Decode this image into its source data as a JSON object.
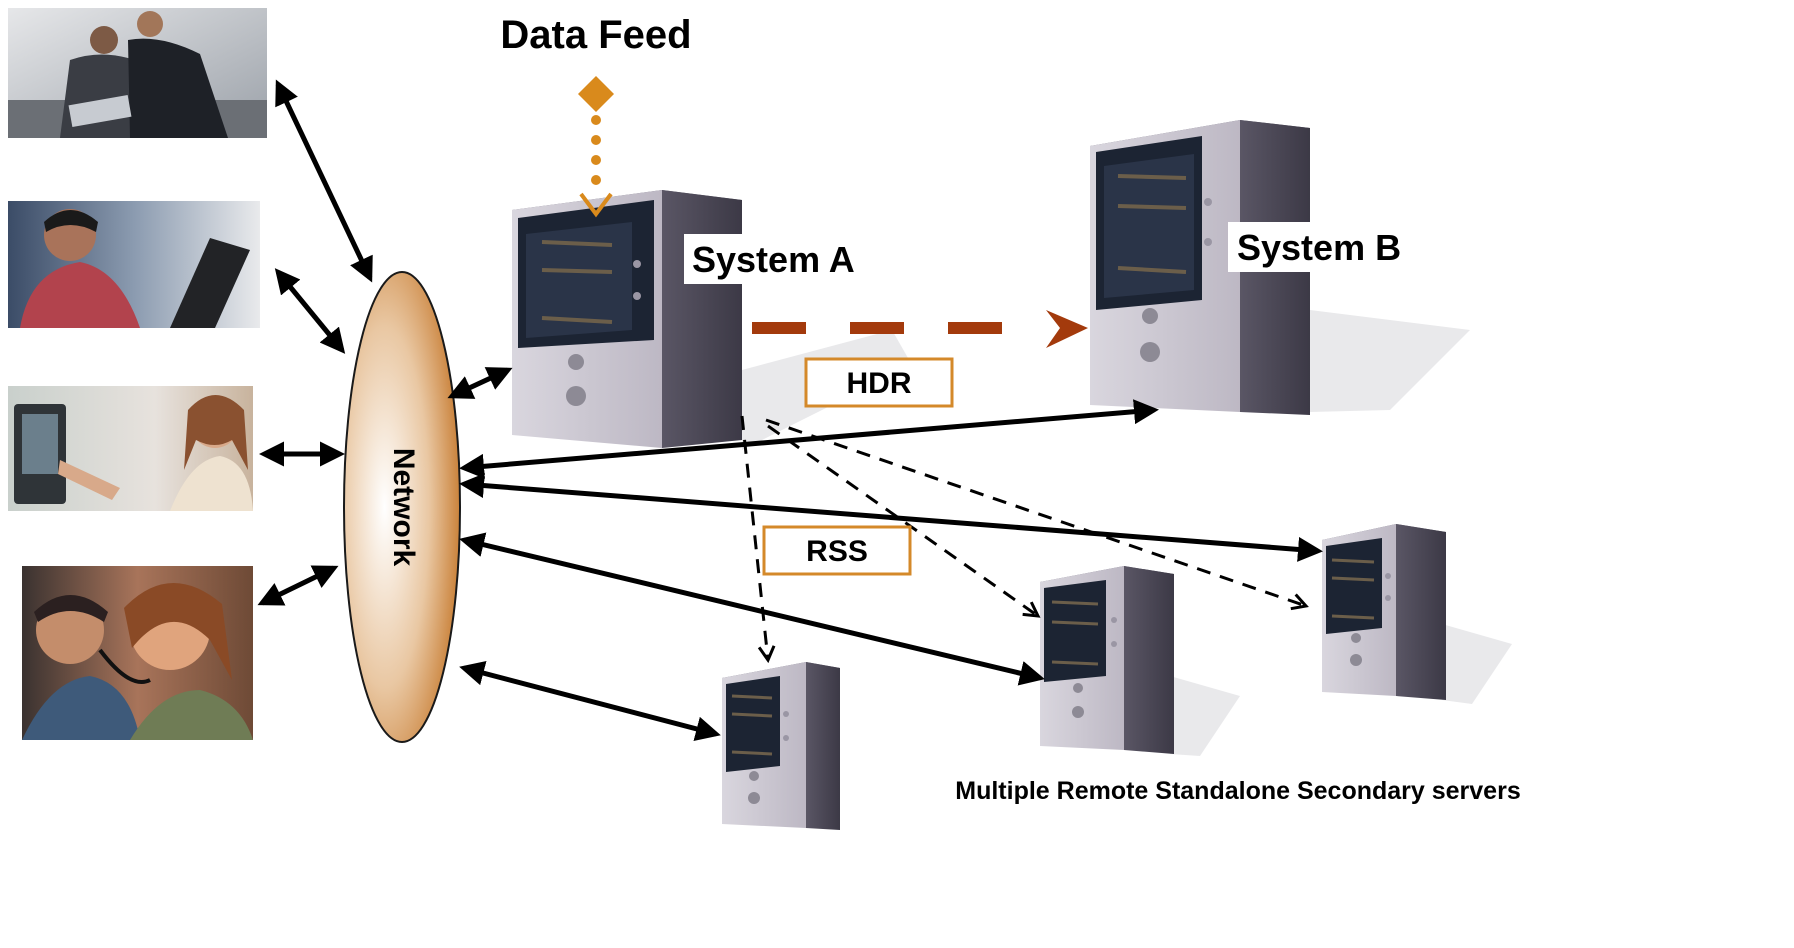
{
  "labels": {
    "data_feed": "Data Feed",
    "system_a": "System A",
    "system_b": "System B",
    "hdr": "HDR",
    "rss": "RSS",
    "network": "Network",
    "remote_caption": "Multiple Remote Standalone Secondary servers"
  },
  "colors": {
    "feed_orange": "#d98a1c",
    "hdr_arrow": "#a33a0c",
    "label_box_border": "#d4892a",
    "network_gradient": [
      "#ffffff",
      "#c77a2e"
    ],
    "server_body": "#bdb8c3",
    "server_dark": "#1c2433"
  },
  "photos": [
    {
      "name": "photo-businessmen-laptop",
      "subject": "two businessmen with laptop"
    },
    {
      "name": "photo-man-laptop",
      "subject": "man using laptop"
    },
    {
      "name": "photo-woman-kiosk",
      "subject": "woman at kiosk screen"
    },
    {
      "name": "photo-call-center",
      "subject": "call center agents with headsets"
    }
  ],
  "servers": [
    {
      "name": "server-system-a",
      "role": "primary"
    },
    {
      "name": "server-system-b",
      "role": "HDR secondary"
    },
    {
      "name": "server-remote-1",
      "role": "RSS"
    },
    {
      "name": "server-remote-2",
      "role": "RSS"
    },
    {
      "name": "server-remote-3",
      "role": "RSS"
    }
  ]
}
